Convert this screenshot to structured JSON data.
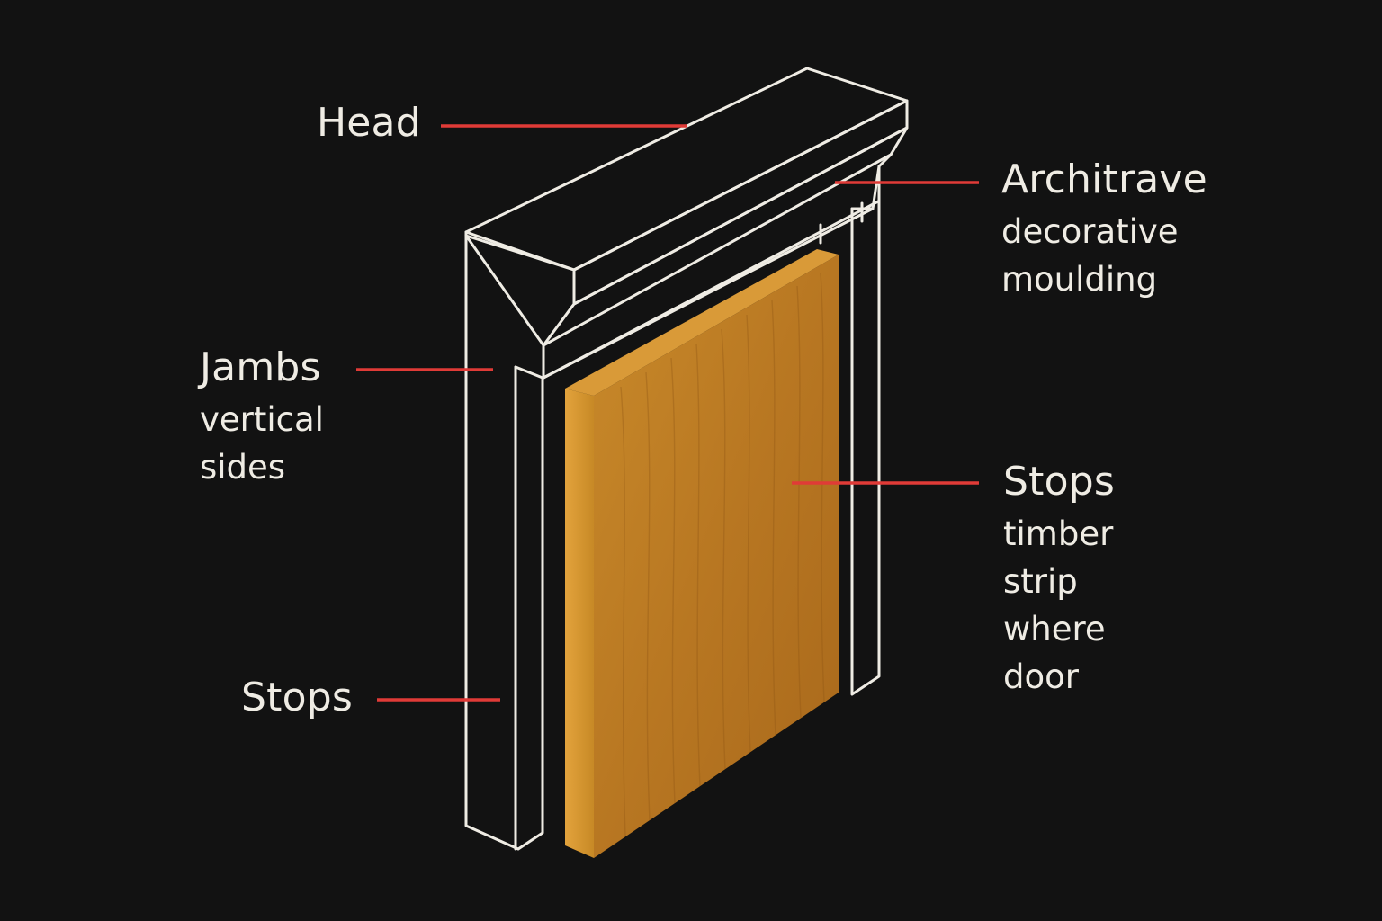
{
  "colors": {
    "background": "#121212",
    "outline": "#efece4",
    "leader": "#e03b37",
    "door_wood_light": "#c98a2a",
    "door_wood_dark": "#a8681b"
  },
  "labels": {
    "head": {
      "title": "Head"
    },
    "architrave": {
      "title": "Architrave",
      "description": [
        "decorative",
        "moulding"
      ]
    },
    "jambs": {
      "title": "Jambs",
      "description": [
        "vertical",
        "sides"
      ]
    },
    "stops_left": {
      "title": "Stops"
    },
    "stops_right": {
      "title": "Stops",
      "description": [
        "timber",
        "strip",
        "where",
        "door"
      ]
    }
  }
}
